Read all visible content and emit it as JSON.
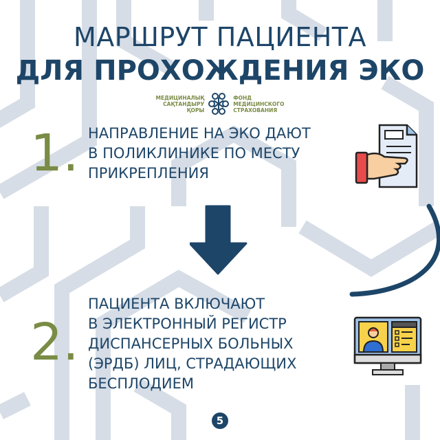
{
  "title": {
    "line1": "МАРШРУТ ПАЦИЕНТА",
    "line2": "ДЛЯ ПРОХОЖДЕНИЯ ЭКО"
  },
  "logo": {
    "left": [
      "МЕДИЦИНАЛЫҚ",
      "САҚТАНДЫРУ",
      "ҚОРЫ"
    ],
    "right": [
      "ФОНД",
      "МЕДИЦИНСКОГО",
      "СТРАХОВАНИЯ"
    ]
  },
  "steps": [
    {
      "number": "1.",
      "lines": [
        "НАПРАВЛЕНИЕ НА ЭКО ДАЮТ",
        "В ПОЛИКЛИНИКЕ ПО МЕСТУ",
        "ПРИКРЕПЛЕНИЯ"
      ],
      "icon": "hand-document-icon"
    },
    {
      "number": "2.",
      "lines": [
        "ПАЦИЕНТА ВКЛЮЧАЮТ",
        "В ЭЛЕКТРОННЫЙ РЕГИСТР",
        "ДИСПАНСЕРНЫХ БОЛЬНЫХ",
        "(ЭРДБ) ЛИЦ, СТРАДАЮЩИХ",
        "БЕСПЛОДИЕМ"
      ],
      "icon": "monitor-profile-icon"
    }
  ],
  "page_number": "5",
  "colors": {
    "navy": "#1d4568",
    "green": "#7a8c45",
    "pattern": "#d3dae3"
  }
}
